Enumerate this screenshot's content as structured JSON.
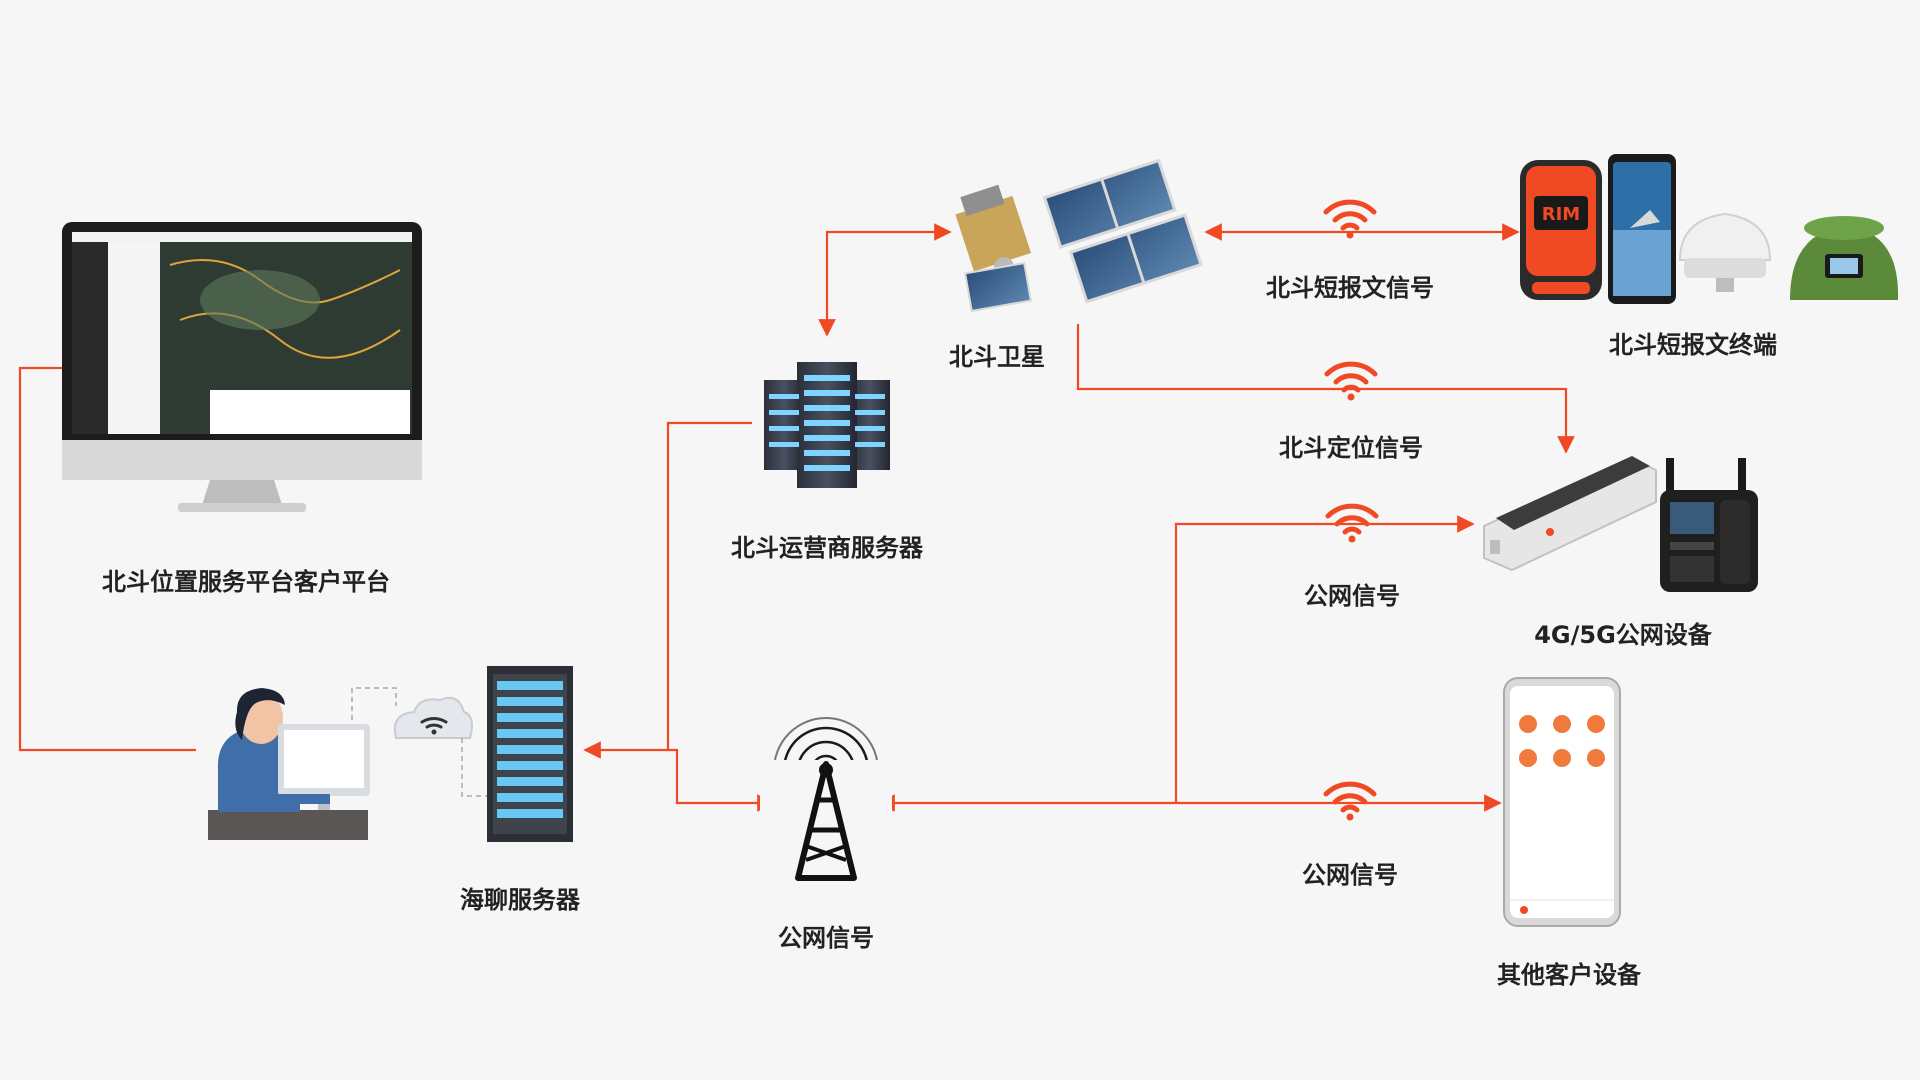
{
  "labels": {
    "platform": "北斗位置服务平台客户平台",
    "satellite": "北斗卫星",
    "operator_server": "北斗运营商服务器",
    "haichat_server": "海聊服务器",
    "tower": "公网信号",
    "sms_signal": "北斗短报文信号",
    "sms_terminal": "北斗短报文终端",
    "positioning_signal": "北斗定位信号",
    "public_signal_1": "公网信号",
    "devices_4g5g": "4G/5G公网设备",
    "public_signal_2": "公网信号",
    "other_devices": "其他客户设备"
  },
  "icons": {
    "monitor": "monitor-icon",
    "satellite": "satellite-icon",
    "operator_server": "server-rack-icon",
    "haichat_server": "server-tower-icon",
    "user": "user-at-desk-icon",
    "cloud": "cloud-wifi-icon",
    "tower": "radio-tower-icon",
    "wifi": "wifi-signal-icon",
    "terminals": "handheld-terminal-icon",
    "tracker": "tracker-device-icon",
    "walkie": "walkie-talkie-icon",
    "phone": "smartphone-icon"
  },
  "colors": {
    "accent": "#ef4a23",
    "text": "#222222",
    "background": "#f6f6f6"
  }
}
